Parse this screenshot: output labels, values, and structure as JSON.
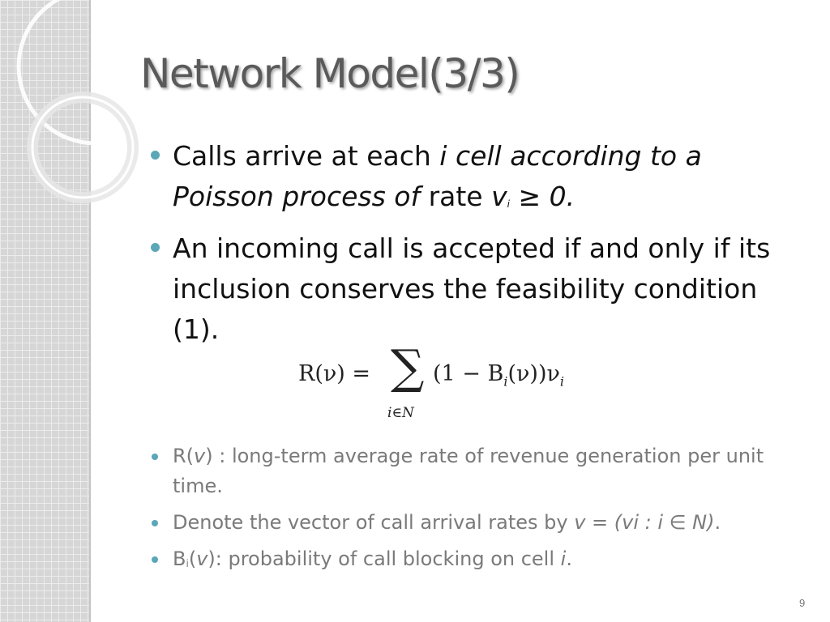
{
  "slide": {
    "title": "Network Model(3/3)",
    "page_number": "9"
  },
  "bullets": [
    {
      "p1": "Calls arrive at each ",
      "p2": "i cell according to a Poisson process of",
      "p3": " rate ",
      "p4": "v",
      "p5": "i",
      "p6": " ≥ 0."
    },
    {
      "text": "An incoming call is accepted if and only if its inclusion conserves the feasibility condition (1)."
    }
  ],
  "formula": {
    "lhs": "R(ν) = ",
    "sum_symbol": "∑",
    "sum_index": "i∈N",
    "rhs_a": "(1 − B",
    "rhs_sub1": "i",
    "rhs_b": "(ν))ν",
    "rhs_sub2": "i"
  },
  "sub_bullets": [
    {
      "p1": "R(",
      "p2": "v",
      "p3": ") : long-term average rate of revenue generation per unit time."
    },
    {
      "p1": "Denote the vector of call arrival rates by ",
      "p2": "v = (vi : i ∈ N)",
      "p3": "."
    },
    {
      "p1": "B",
      "p2": "i",
      "p3": "(",
      "p4": "v",
      "p5": "): probability of call blocking on cell ",
      "p6": "i",
      "p7": "."
    }
  ],
  "colors": {
    "bullet": "#5ba7b8",
    "title": "#5a5a5a",
    "sub_text": "#7a7a7a"
  }
}
